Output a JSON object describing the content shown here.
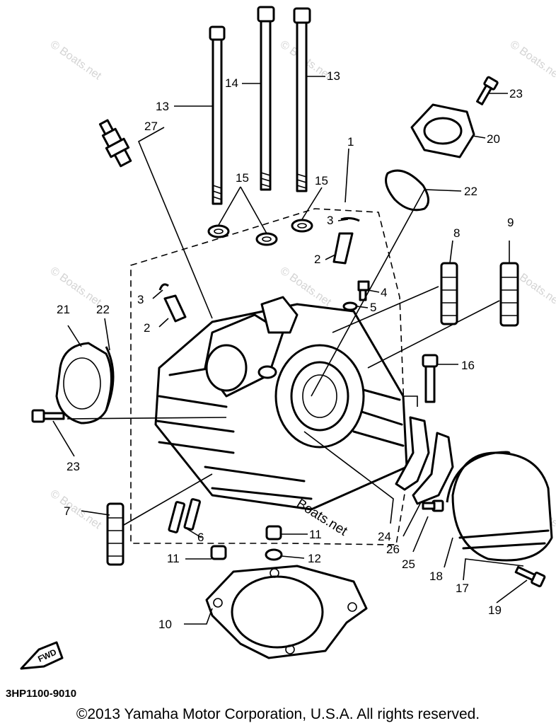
{
  "diagram": {
    "code": "3HP1100-9010",
    "copyright": "©2013 Yamaha Motor Corporation, U.S.A. All rights reserved.",
    "fwd_label": "FWD",
    "watermark": "© Boats.net",
    "overlay_watermark": "Boats.net",
    "callouts": {
      "p1": "1",
      "p2a": "2",
      "p2b": "2",
      "p3a": "3",
      "p3b": "3",
      "p4": "4",
      "p5": "5",
      "p6": "6",
      "p7": "7",
      "p8": "8",
      "p9": "9",
      "p10": "10",
      "p11a": "11",
      "p11b": "11",
      "p12": "12",
      "p13a": "13",
      "p13b": "13",
      "p14": "14",
      "p15a": "15",
      "p15b": "15",
      "p16": "16",
      "p17": "17",
      "p18": "18",
      "p19": "19",
      "p20": "20",
      "p21": "21",
      "p22a": "22",
      "p22b": "22",
      "p23a": "23",
      "p23b": "23",
      "p24": "24",
      "p25": "25",
      "p26": "26",
      "p27": "27"
    }
  }
}
